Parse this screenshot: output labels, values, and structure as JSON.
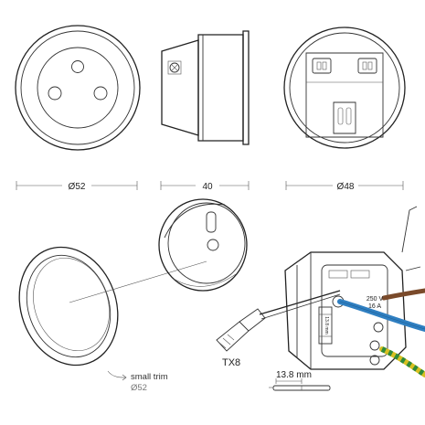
{
  "dimensions": {
    "front_diameter": "Ø52",
    "depth": "40",
    "back_diameter": "Ø48"
  },
  "labels": {
    "trim_title": "small trim",
    "trim_size": "Ø52",
    "tool": "TX8",
    "strip_length": "13.8 mm",
    "strip_mark": "13.8 mm",
    "rating_voltage": "250 V",
    "rating_current": "16 A"
  },
  "colors": {
    "outline": "#222222",
    "wire_blue": "#2f7fc1",
    "wire_brown": "#7a4a2a",
    "wire_yellow": "#d8c020",
    "wire_green": "#2f8a3a"
  }
}
